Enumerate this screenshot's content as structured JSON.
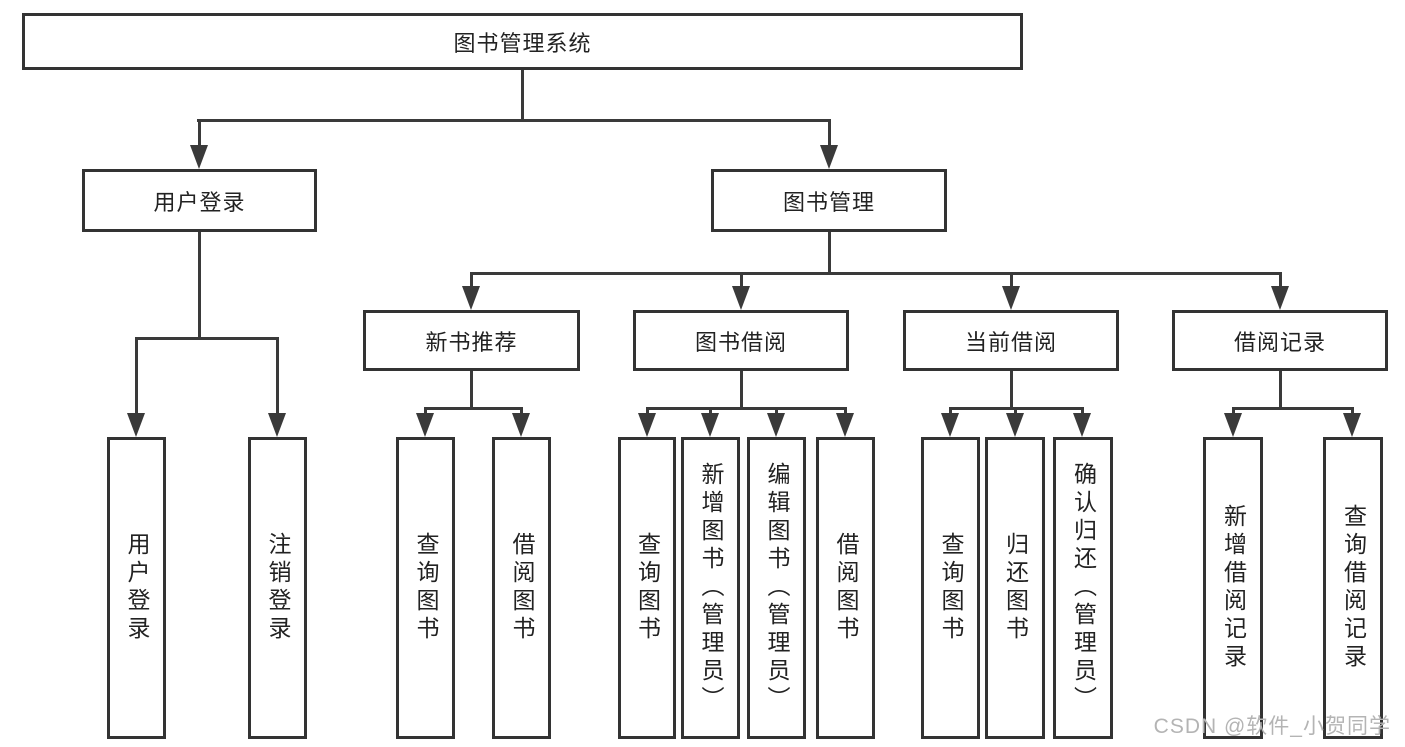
{
  "tree": {
    "root": {
      "label": "图书管理系统"
    },
    "level2": [
      {
        "label": "用户登录"
      },
      {
        "label": "图书管理"
      }
    ],
    "level3": [
      {
        "label": "新书推荐"
      },
      {
        "label": "图书借阅"
      },
      {
        "label": "当前借阅"
      },
      {
        "label": "借阅记录"
      }
    ],
    "leaves": [
      {
        "label": "用户登录",
        "parent": "用户登录"
      },
      {
        "label": "注销登录",
        "parent": "用户登录"
      },
      {
        "label": "查询图书",
        "parent": "新书推荐"
      },
      {
        "label": "借阅图书",
        "parent": "新书推荐"
      },
      {
        "label": "查询图书",
        "parent": "图书借阅"
      },
      {
        "label": "新增图书（管理员）",
        "parent": "图书借阅"
      },
      {
        "label": "编辑图书（管理员）",
        "parent": "图书借阅"
      },
      {
        "label": "借阅图书",
        "parent": "图书借阅"
      },
      {
        "label": "查询图书",
        "parent": "当前借阅"
      },
      {
        "label": "归还图书",
        "parent": "当前借阅"
      },
      {
        "label": "确认归还（管理员）",
        "parent": "当前借阅"
      },
      {
        "label": "新增借阅记录",
        "parent": "借阅记录"
      },
      {
        "label": "查询借阅记录",
        "parent": "借阅记录"
      }
    ],
    "watermark": "CSDN @软件_小贺同学",
    "colors": {
      "line": "#3a3a3a",
      "border": "#333333",
      "text": "#222222",
      "watermark": "#b4b4b4",
      "background": "#ffffff"
    }
  }
}
